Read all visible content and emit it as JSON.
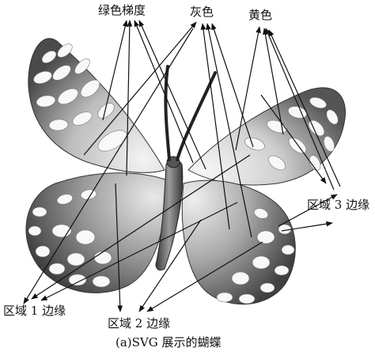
{
  "labels": {
    "green_gradient": "绿色梯度",
    "gray": "灰色",
    "yellow": "黄色",
    "region1_edge": "区域 1 边缘",
    "region2_edge": "区域 2 边缘",
    "region3_edge": "区域 3 边缘"
  },
  "caption": "(a)SVG 展示的蝴蝶",
  "colors": {
    "ink": "#111111",
    "wing_dark": "#5a5a5a",
    "wing_light": "#d9d9d9",
    "body": "#6e6e6e"
  }
}
